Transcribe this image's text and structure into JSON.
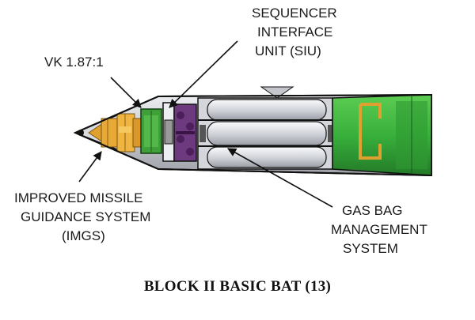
{
  "labels": {
    "siu_line1": "SEQUENCER",
    "siu_line2": "INTERFACE",
    "siu_line3": "UNIT (SIU)",
    "vk": "VK 1.87:1",
    "imgs_line1": "IMPROVED MISSILE",
    "imgs_line2": "GUIDANCE SYSTEM",
    "imgs_line3": "(IMGS)",
    "gas_line1": "GAS BAG",
    "gas_line2": "MANAGEMENT",
    "gas_line3": "SYSTEM"
  },
  "caption": "BLOCK II BASIC BAT (13)",
  "colors": {
    "seeker": "#e0a030",
    "vk_module": "#3fa03a",
    "purple_module": "#5a2a6a",
    "aft_section": "#39b03c",
    "body_gray": "#bfc1c6",
    "body_light": "#e6e7ea",
    "outline": "#111111"
  }
}
